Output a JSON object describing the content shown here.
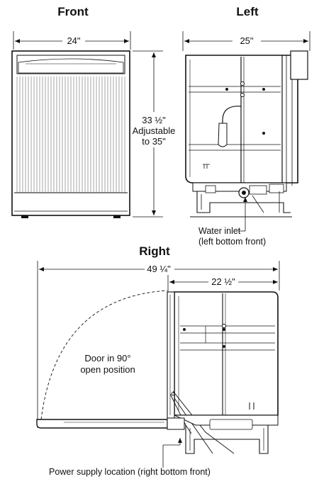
{
  "views": {
    "front": {
      "heading": "Front",
      "width": "24\""
    },
    "left": {
      "heading": "Left",
      "depth": "25\"",
      "water_inlet": [
        "Water inlet",
        "(left bottom front)"
      ]
    },
    "right": {
      "heading": "Right",
      "overall_depth": "49 ¼\"",
      "cabinet_depth": "22 ½\"",
      "door_note": [
        "Door in 90°",
        "open position"
      ]
    }
  },
  "height": [
    "33 ½\"",
    "Adjustable",
    "to 35\""
  ],
  "power_supply": "Power supply location (right bottom front)"
}
